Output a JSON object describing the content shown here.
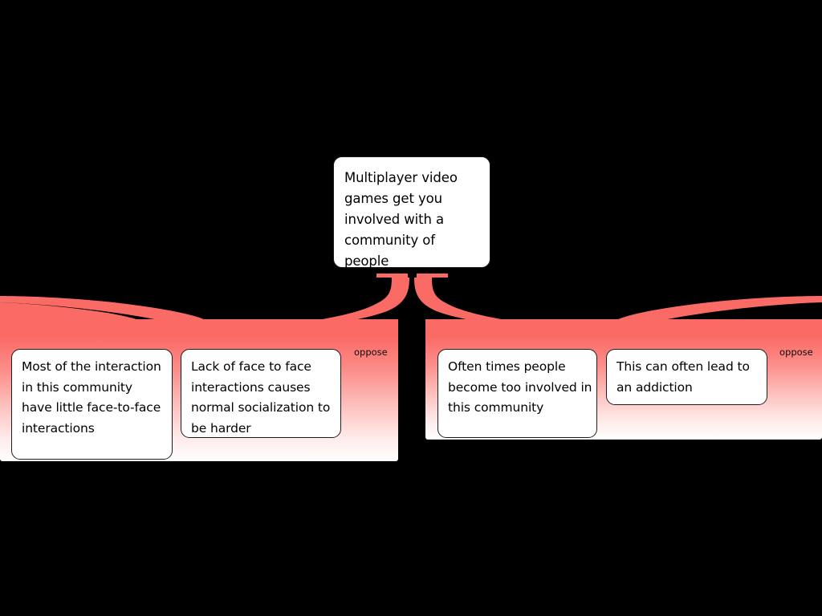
{
  "diagram": {
    "background_color": "#000000",
    "accent_color": "#fb6b66",
    "node_fill": "#ffffff",
    "node_stroke": "#1d1d1d",
    "root": {
      "id": "root",
      "text": "Multiplayer video games get you involved with a community of people"
    },
    "groups": [
      {
        "id": "group-left",
        "relation_label": "oppose",
        "nodes": [
          {
            "id": "leaf-0",
            "text": "Most of the interaction in this community have little face-to-face interactions"
          },
          {
            "id": "leaf-1",
            "text": "Lack of face to face interactions causes normal socialization to be harder"
          }
        ]
      },
      {
        "id": "group-right",
        "relation_label": "oppose",
        "nodes": [
          {
            "id": "leaf-2",
            "text": "Often times people become too involved in this community"
          },
          {
            "id": "leaf-3",
            "text": "This can often lead to an addiction"
          }
        ]
      }
    ]
  }
}
